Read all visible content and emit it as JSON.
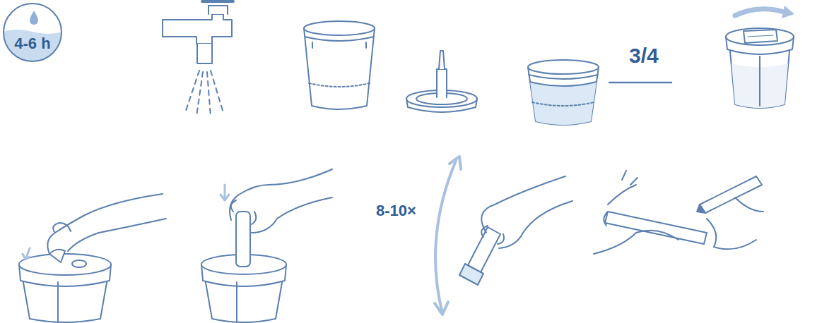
{
  "diagram": {
    "nodes": [
      {
        "text": [
          "4-6 h"
        ]
      }
    ],
    "labels": [
      "3/4",
      "8-10×"
    ]
  }
}
